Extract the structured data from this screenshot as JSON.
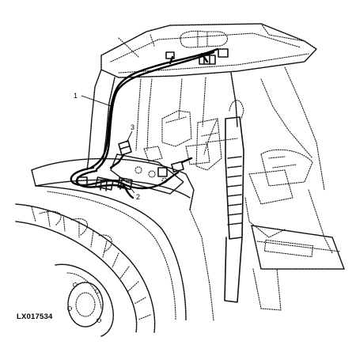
{
  "callouts": [
    {
      "number": "1",
      "target": "wiring-harness"
    },
    {
      "number": "2",
      "target": "connector"
    },
    {
      "number": "3",
      "target": "bracket"
    }
  ],
  "figure_id": "LX017534"
}
